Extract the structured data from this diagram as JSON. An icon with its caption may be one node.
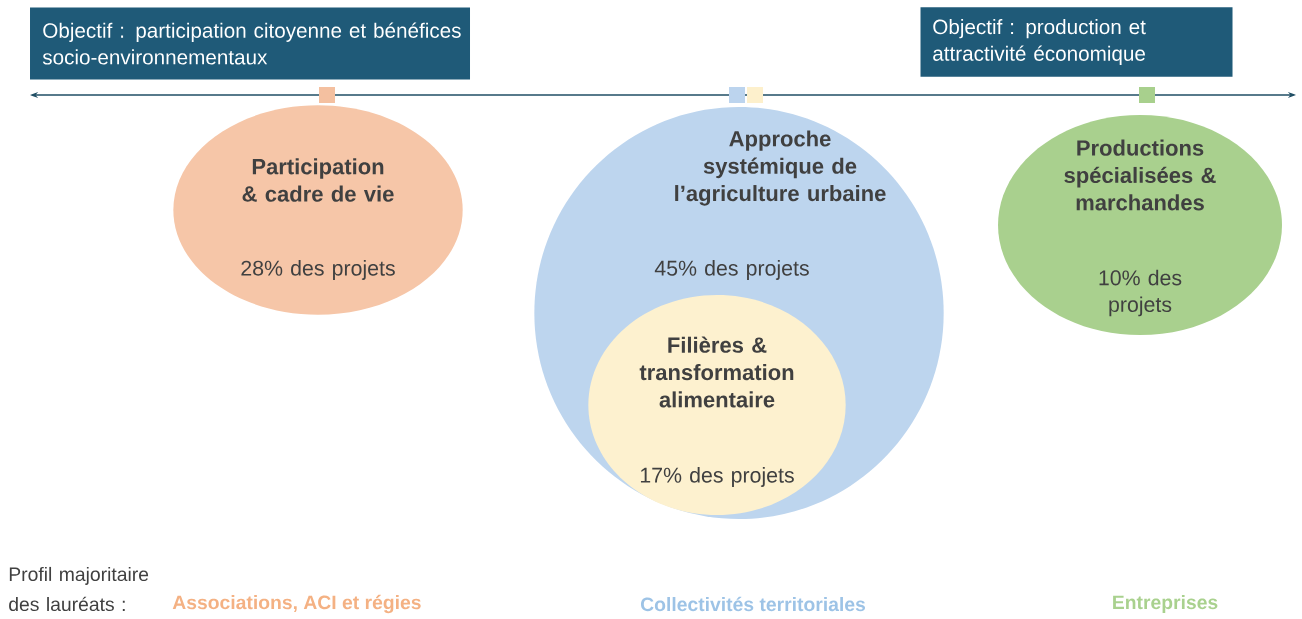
{
  "diagram": {
    "nodes": [
      {
        "text": [
          "Objectif : participation citoyenne et bénéfices socio-environnementaux"
        ]
      },
      {
        "text": [
          "Objectif : production et attractivité économique"
        ]
      },
      {
        "text": [
          "Participation & cadre de vie",
          "28% des projets"
        ]
      },
      {
        "text": [
          "Approche systémique de l’agriculture urbaine",
          "45% des projets"
        ]
      },
      {
        "text": [
          "Filières & transformation alimentaire",
          "17% des projets"
        ],
        "in": 3
      },
      {
        "text": [
          "Productions spécialisées & marchandes",
          "10% des projets"
        ]
      }
    ],
    "labels": [
      "Profil majoritaire des lauréats :",
      "Associations, ACI et régies",
      "Collectivités territoriales",
      "Entreprises"
    ]
  }
}
